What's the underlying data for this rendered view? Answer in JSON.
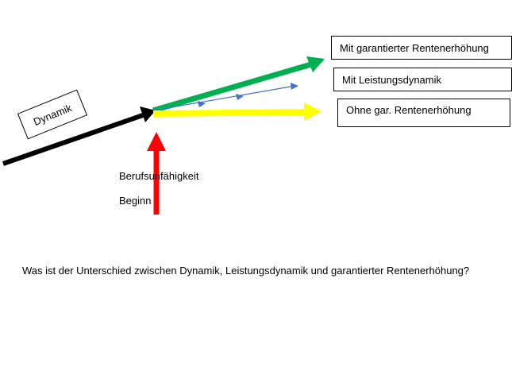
{
  "labels": {
    "dynamik": "Dynamik",
    "mit_garantierter": "Mit garantierter Rentenerhöhung",
    "mit_leistungsdynamik": "Mit Leistungsdynamik",
    "ohne_gar": "Ohne gar. Rentenerhöhung",
    "berufsunfaehigkeit": "Berufsunfähigkeit",
    "beginn": "Beginn"
  },
  "question": "Was ist der Unterschied zwischen Dynamik, Leistungsdynamik und garantierter Rentenerhöhung?",
  "colors": {
    "dynamik_arrow": "#000000",
    "garantiert_arrow": "#00b050",
    "leistungsdynamik_arrow": "#4472c4",
    "ohne_arrow": "#ffff00",
    "beginn_arrow": "#ff0000"
  }
}
